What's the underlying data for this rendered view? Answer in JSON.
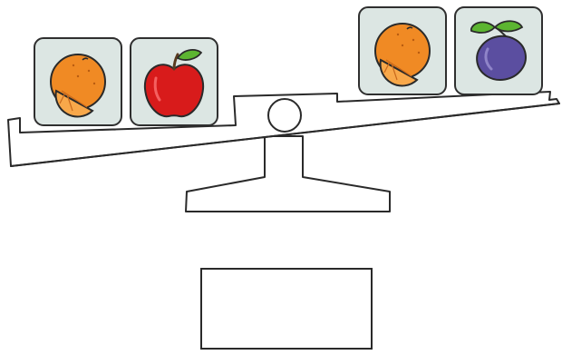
{
  "scale": {
    "left_pan": {
      "items": [
        "orange",
        "apple"
      ]
    },
    "right_pan": {
      "items": [
        "orange",
        "plum"
      ]
    },
    "tilt": "left-side-lower"
  },
  "answer_box": {
    "value": ""
  },
  "colors": {
    "tile_background": "#dce6e3",
    "orange": "#f08a24",
    "apple": "#d81b1b",
    "leaf": "#5cb531",
    "plum": "#5b4ea0",
    "outline": "#2a2a2a"
  },
  "icons": [
    "orange-icon",
    "apple-icon",
    "plum-icon"
  ]
}
